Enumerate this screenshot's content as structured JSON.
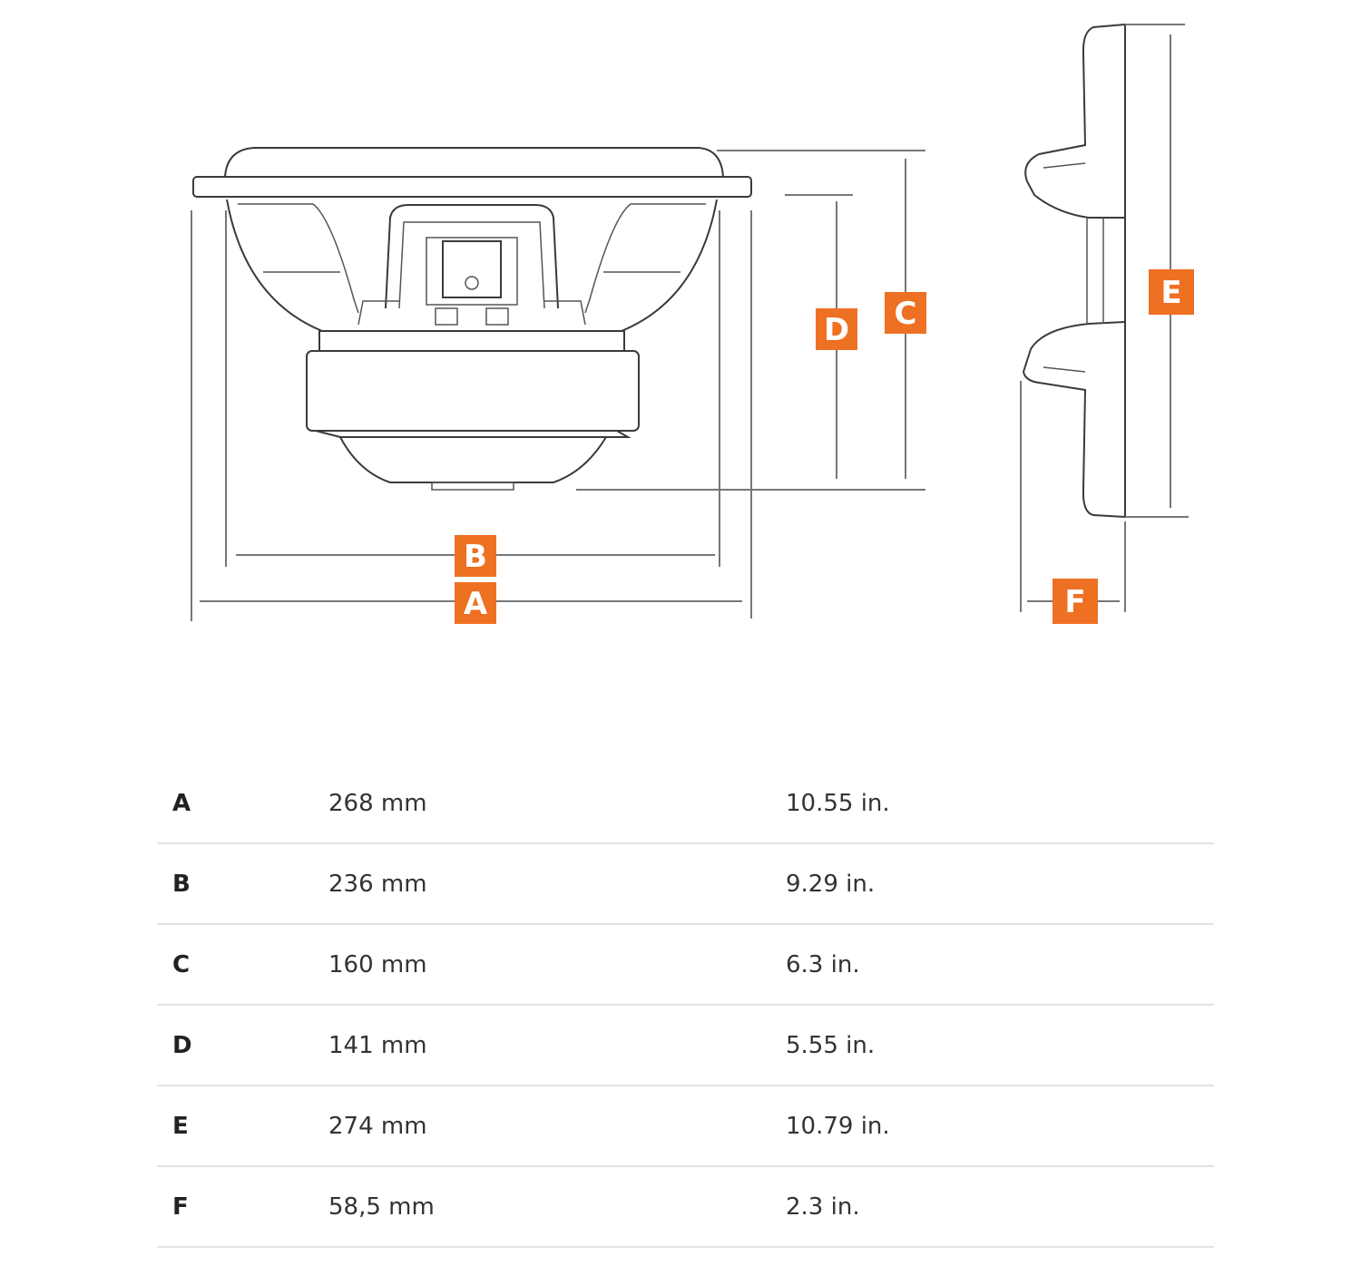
{
  "labels": {
    "A": "A",
    "B": "B",
    "C": "C",
    "D": "D",
    "E": "E",
    "F": "F"
  },
  "accent_color": "#ee7023",
  "rows": [
    {
      "dim": "A",
      "mm": "268 mm",
      "in": "10.55 in."
    },
    {
      "dim": "B",
      "mm": "236 mm",
      "in": "9.29 in."
    },
    {
      "dim": "C",
      "mm": "160 mm",
      "in": "6.3 in."
    },
    {
      "dim": "D",
      "mm": "141 mm",
      "in": "5.55 in."
    },
    {
      "dim": "E",
      "mm": "274 mm",
      "in": "10.79 in."
    },
    {
      "dim": "F",
      "mm": "58,5 mm",
      "in": "2.3 in."
    }
  ]
}
